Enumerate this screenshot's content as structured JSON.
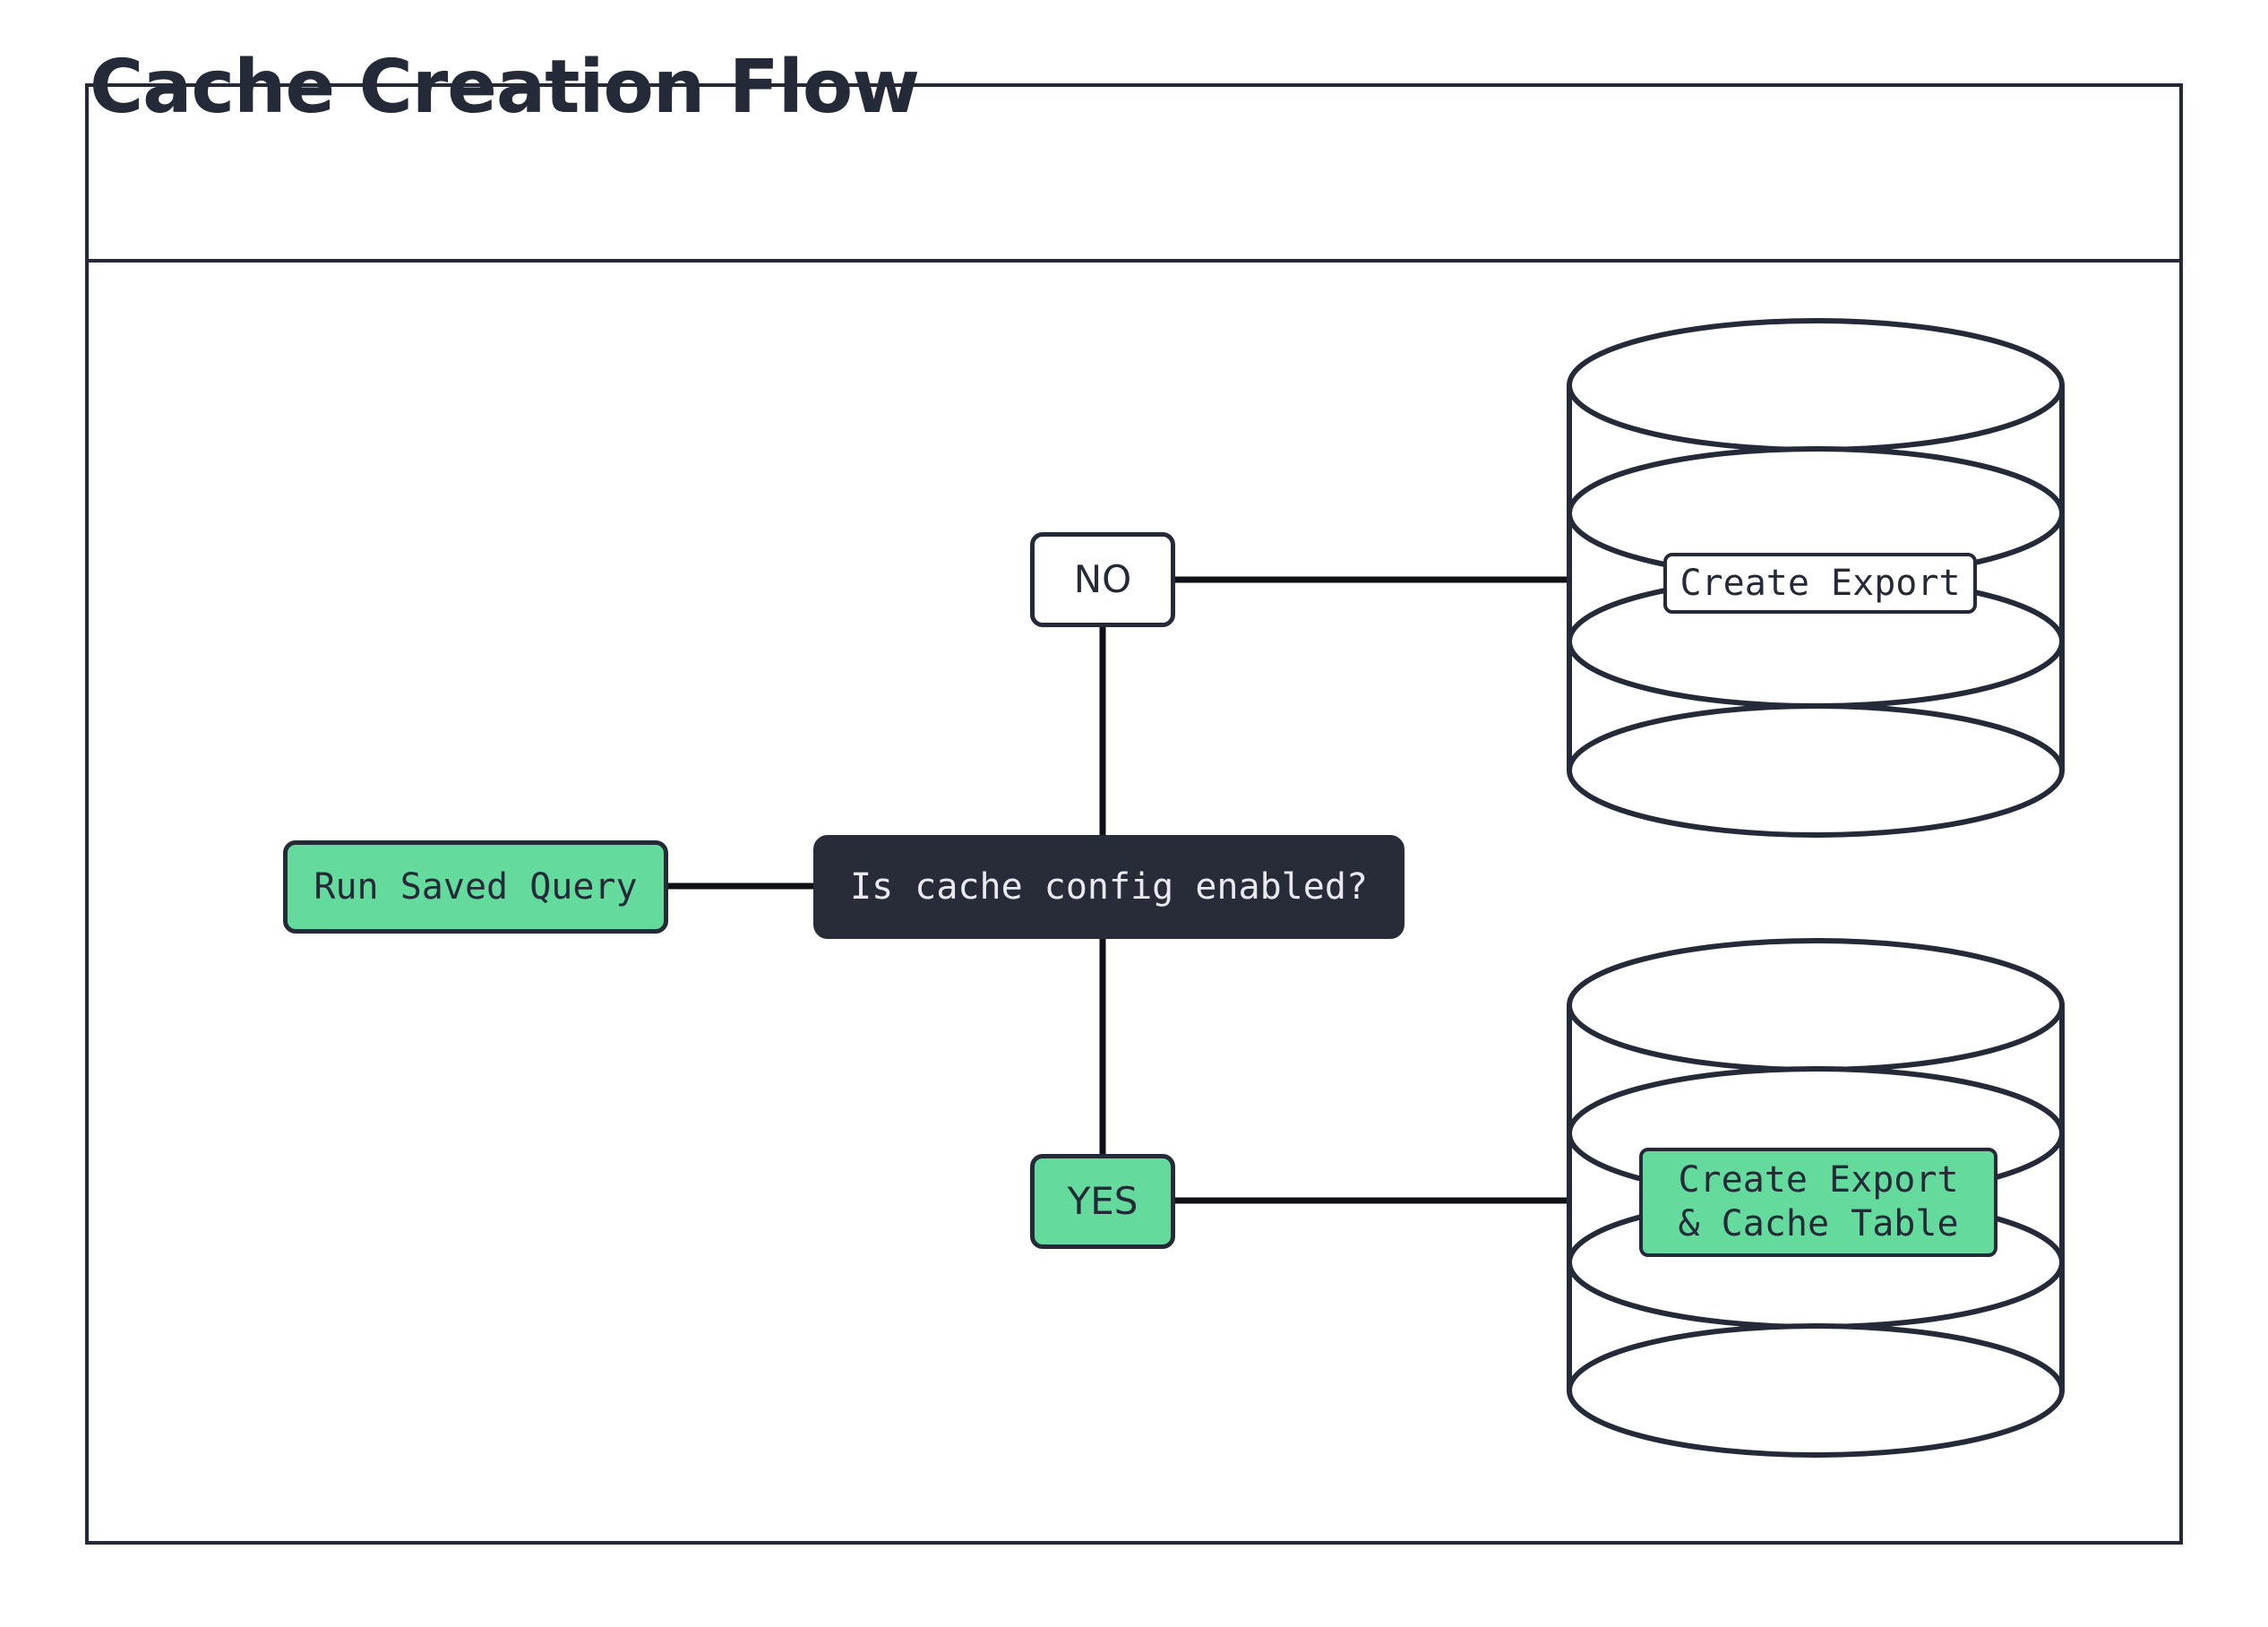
{
  "diagram": {
    "title": "Cache Creation Flow",
    "type": "flowchart",
    "colors": {
      "accent_green": "#64db9d",
      "dark_navy": "#252a38",
      "node_dark_fill": "#282c38",
      "node_dark_text": "#e8eaf0",
      "canvas": "#ffffff"
    },
    "nodes": [
      {
        "id": "run-saved-query",
        "label": "Run Saved Query",
        "shape": "rounded-rect",
        "style": "green"
      },
      {
        "id": "decision",
        "label": "Is cache config enabled?",
        "shape": "rounded-rect",
        "style": "dark"
      },
      {
        "id": "no",
        "label": "NO",
        "shape": "rounded-rect",
        "style": "white"
      },
      {
        "id": "yes",
        "label": "YES",
        "shape": "rounded-rect",
        "style": "green"
      },
      {
        "id": "db-export",
        "label": "Create Export",
        "shape": "database-cylinder",
        "style": "white"
      },
      {
        "id": "db-export-cache",
        "label": "Create Export\n& Cache Table",
        "shape": "database-cylinder",
        "style": "green"
      }
    ],
    "edges": [
      {
        "from": "run-saved-query",
        "to": "decision",
        "label": ""
      },
      {
        "from": "decision",
        "to": "no",
        "label": ""
      },
      {
        "from": "no",
        "to": "db-export",
        "label": ""
      },
      {
        "from": "decision",
        "to": "yes",
        "label": ""
      },
      {
        "from": "yes",
        "to": "db-export-cache",
        "label": ""
      }
    ]
  }
}
